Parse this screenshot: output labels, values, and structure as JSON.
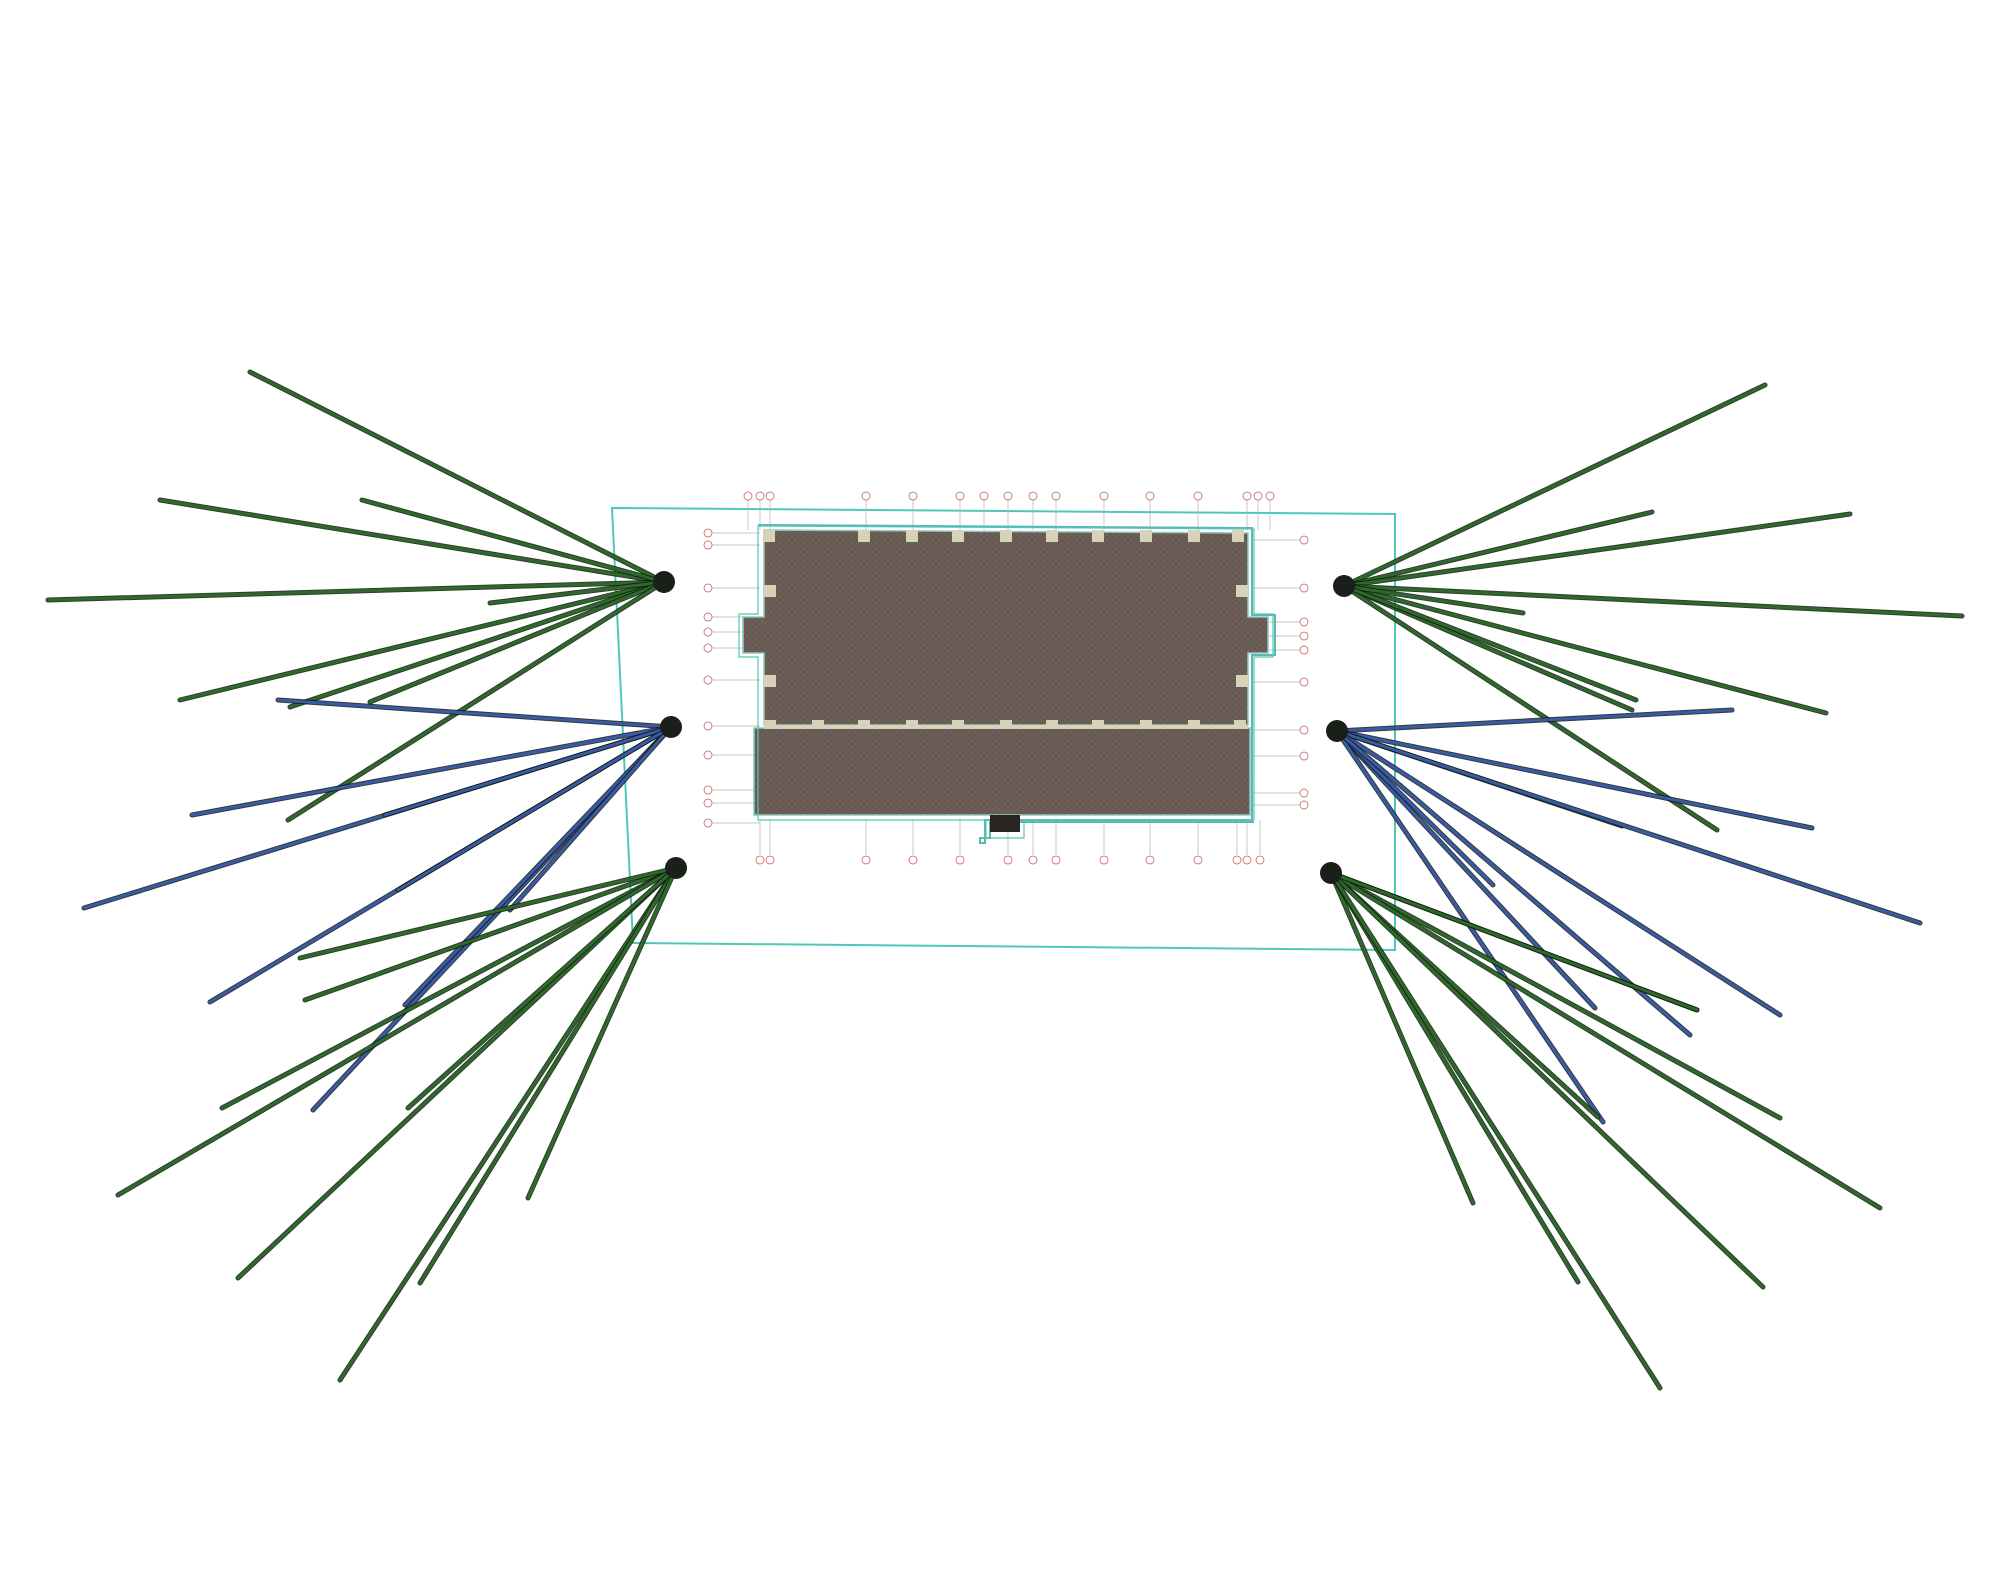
{
  "scene": {
    "background": "#ffffff",
    "colors": {
      "site_boundary": "#4fc7b8",
      "building_roof": "#6e6058",
      "building_roof_texture": "#5e524b",
      "building_outline": "#5ab8b0",
      "column_caps": "#d8d2b8",
      "anchor_head": "#1a1f1a",
      "anchor_green": "#2d6a2a",
      "anchor_blue": "#3a5aa8",
      "grid_line": "#b0b0b0",
      "grid_bubble": "#c05050"
    },
    "anchor_groups": [
      {
        "id": "left-upper",
        "type": "green"
      },
      {
        "id": "left-middle",
        "type": "blue"
      },
      {
        "id": "left-lower",
        "type": "green"
      },
      {
        "id": "right-upper",
        "type": "green"
      },
      {
        "id": "right-middle",
        "type": "blue"
      },
      {
        "id": "right-lower",
        "type": "green"
      }
    ]
  }
}
